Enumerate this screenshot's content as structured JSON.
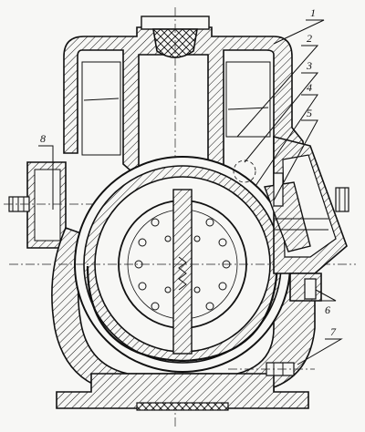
{
  "labels": [
    {
      "id": "1",
      "text": "1"
    },
    {
      "id": "2",
      "text": "2"
    },
    {
      "id": "3",
      "text": "3"
    },
    {
      "id": "4",
      "text": "4"
    },
    {
      "id": "5",
      "text": "5"
    },
    {
      "id": "6",
      "text": "6"
    },
    {
      "id": "7",
      "text": "7"
    },
    {
      "id": "8",
      "text": "8"
    }
  ],
  "colors": {
    "ink": "#111111",
    "paper": "#f7f7f5"
  }
}
